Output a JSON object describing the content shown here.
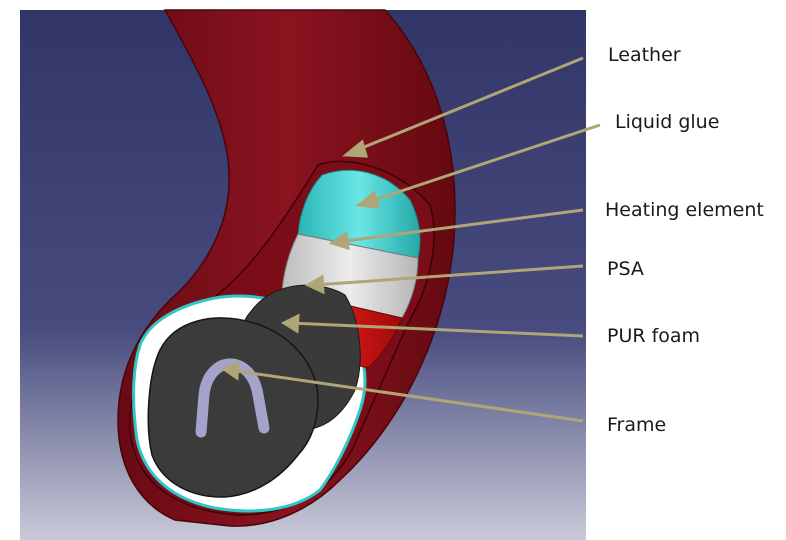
{
  "labels": [
    {
      "id": "leather",
      "text": "Leather"
    },
    {
      "id": "liquid-glue",
      "text": "Liquid glue"
    },
    {
      "id": "heating-element",
      "text": "Heating element"
    },
    {
      "id": "psa",
      "text": "PSA"
    },
    {
      "id": "pur-foam",
      "text": "PUR foam"
    },
    {
      "id": "frame",
      "text": "Frame"
    }
  ],
  "colors": {
    "background_top": "#35396a",
    "background_bottom": "#c8c9d6",
    "leather": "#7a0d18",
    "liquid_glue": "#3fd6d6",
    "heating_element": "#d8d8d8",
    "psa": "#d41616",
    "pur_foam": "#3a3a3a",
    "frame": "#a3a3cc",
    "leader_line": "#b0a576"
  }
}
